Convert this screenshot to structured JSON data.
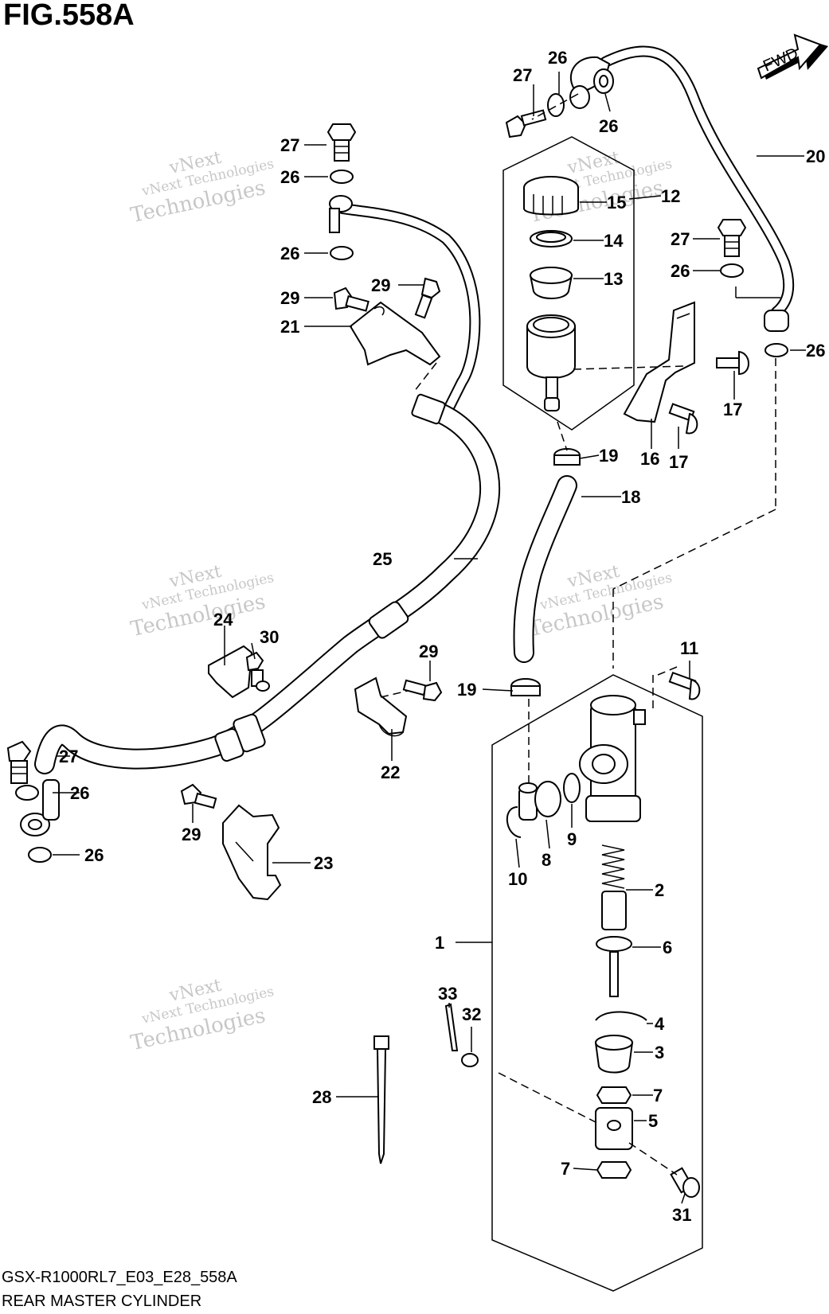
{
  "figure": {
    "title": "FIG.558A",
    "footer_code": "GSX-R1000RL7_E03_E28_558A",
    "footer_name": "REAR MASTER CYLINDER",
    "fwd_label": "FWD"
  },
  "watermarks": [
    {
      "line1": "vNext Technologies",
      "line2": "vNext",
      "line3": "Technologies"
    },
    {
      "line1": "vNext Technologies",
      "line2": "vNext",
      "line3": "Technologies"
    },
    {
      "line1": "vNext Technologies",
      "line2": "vNext",
      "line3": "Technologies"
    },
    {
      "line1": "vNext Technologies",
      "line2": "vNext",
      "line3": "Technologies"
    },
    {
      "line1": "vNext Technologies",
      "line2": "vNext",
      "line3": "Technologies"
    }
  ],
  "callouts": [
    {
      "id": "1",
      "label": "1"
    },
    {
      "id": "2",
      "label": "2"
    },
    {
      "id": "3",
      "label": "3"
    },
    {
      "id": "4",
      "label": "4"
    },
    {
      "id": "5",
      "label": "5"
    },
    {
      "id": "6",
      "label": "6"
    },
    {
      "id": "7a",
      "label": "7"
    },
    {
      "id": "7b",
      "label": "7"
    },
    {
      "id": "8",
      "label": "8"
    },
    {
      "id": "9",
      "label": "9"
    },
    {
      "id": "10",
      "label": "10"
    },
    {
      "id": "11",
      "label": "11"
    },
    {
      "id": "12",
      "label": "12"
    },
    {
      "id": "13",
      "label": "13"
    },
    {
      "id": "14",
      "label": "14"
    },
    {
      "id": "15",
      "label": "15"
    },
    {
      "id": "16",
      "label": "16"
    },
    {
      "id": "17a",
      "label": "17"
    },
    {
      "id": "17b",
      "label": "17"
    },
    {
      "id": "18",
      "label": "18"
    },
    {
      "id": "19a",
      "label": "19"
    },
    {
      "id": "19b",
      "label": "19"
    },
    {
      "id": "20",
      "label": "20"
    },
    {
      "id": "21",
      "label": "21"
    },
    {
      "id": "22",
      "label": "22"
    },
    {
      "id": "23",
      "label": "23"
    },
    {
      "id": "24",
      "label": "24"
    },
    {
      "id": "25",
      "label": "25"
    },
    {
      "id": "26a",
      "label": "26"
    },
    {
      "id": "26b",
      "label": "26"
    },
    {
      "id": "26c",
      "label": "26"
    },
    {
      "id": "26d",
      "label": "26"
    },
    {
      "id": "26e",
      "label": "26"
    },
    {
      "id": "26f",
      "label": "26"
    },
    {
      "id": "26g",
      "label": "26"
    },
    {
      "id": "26h",
      "label": "26"
    },
    {
      "id": "27a",
      "label": "27"
    },
    {
      "id": "27b",
      "label": "27"
    },
    {
      "id": "27c",
      "label": "27"
    },
    {
      "id": "27d",
      "label": "27"
    },
    {
      "id": "28",
      "label": "28"
    },
    {
      "id": "29a",
      "label": "29"
    },
    {
      "id": "29b",
      "label": "29"
    },
    {
      "id": "29c",
      "label": "29"
    },
    {
      "id": "29d",
      "label": "29"
    },
    {
      "id": "30",
      "label": "30"
    },
    {
      "id": "31",
      "label": "31"
    },
    {
      "id": "32",
      "label": "32"
    },
    {
      "id": "33",
      "label": "33"
    }
  ]
}
